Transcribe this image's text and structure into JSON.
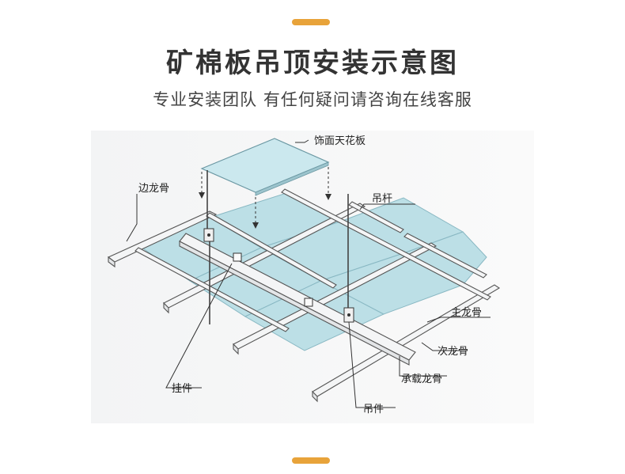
{
  "header": {
    "title": "矿棉板吊顶安装示意图",
    "subtitle": "专业安装团队 有任何疑问请咨询在线客服"
  },
  "colors": {
    "accent": "#e8a33a",
    "panel": "#bcdfe6",
    "title_text": "#333333"
  },
  "diagram": {
    "labels": {
      "face_panel": "饰面天花板",
      "edge_keel": "边龙骨",
      "hanging_rod": "吊杆",
      "main_keel": "主龙骨",
      "secondary_keel": "次龙骨",
      "bearing_keel": "承载龙骨",
      "hanger_part": "挂件",
      "suspension_part": "吊件"
    }
  }
}
